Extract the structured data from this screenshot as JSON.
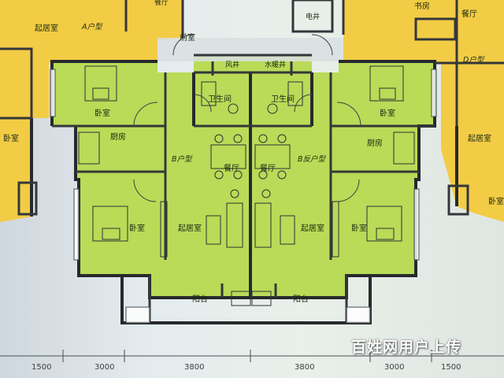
{
  "floorplan": {
    "units": {
      "a": "A户型",
      "b": "B户型",
      "b_reverse": "B反户型",
      "d": "D户型"
    },
    "rooms": {
      "a_living": "起居室",
      "a_bedroom_left": "卧室",
      "a_lobby": "前室",
      "a_top_partial": "餐厅",
      "b_bedroom_top": "卧室",
      "b_bathroom": "卫生间",
      "b_kitchen": "厨房",
      "b_dining": "餐厅",
      "b_bedroom_bottom": "卧室",
      "b_living": "起居室",
      "b_balcony": "阳台",
      "br_bathroom": "卫生间",
      "br_bedroom_top": "卧室",
      "br_kitchen": "厨房",
      "br_dining": "餐厅",
      "br_bedroom_bottom": "卧室",
      "br_living": "起居室",
      "br_balcony": "阳台",
      "shaft_wind": "风井",
      "shaft_water": "水暖井",
      "elevator": "电井",
      "d_study": "书房",
      "d_dining": "餐厅",
      "d_living": "起居室",
      "d_bedroom": "卧室"
    },
    "dimensions": [
      "1500",
      "3000",
      "3800",
      "3800",
      "3000",
      "1500"
    ]
  },
  "watermark": "百姓网用户上传"
}
